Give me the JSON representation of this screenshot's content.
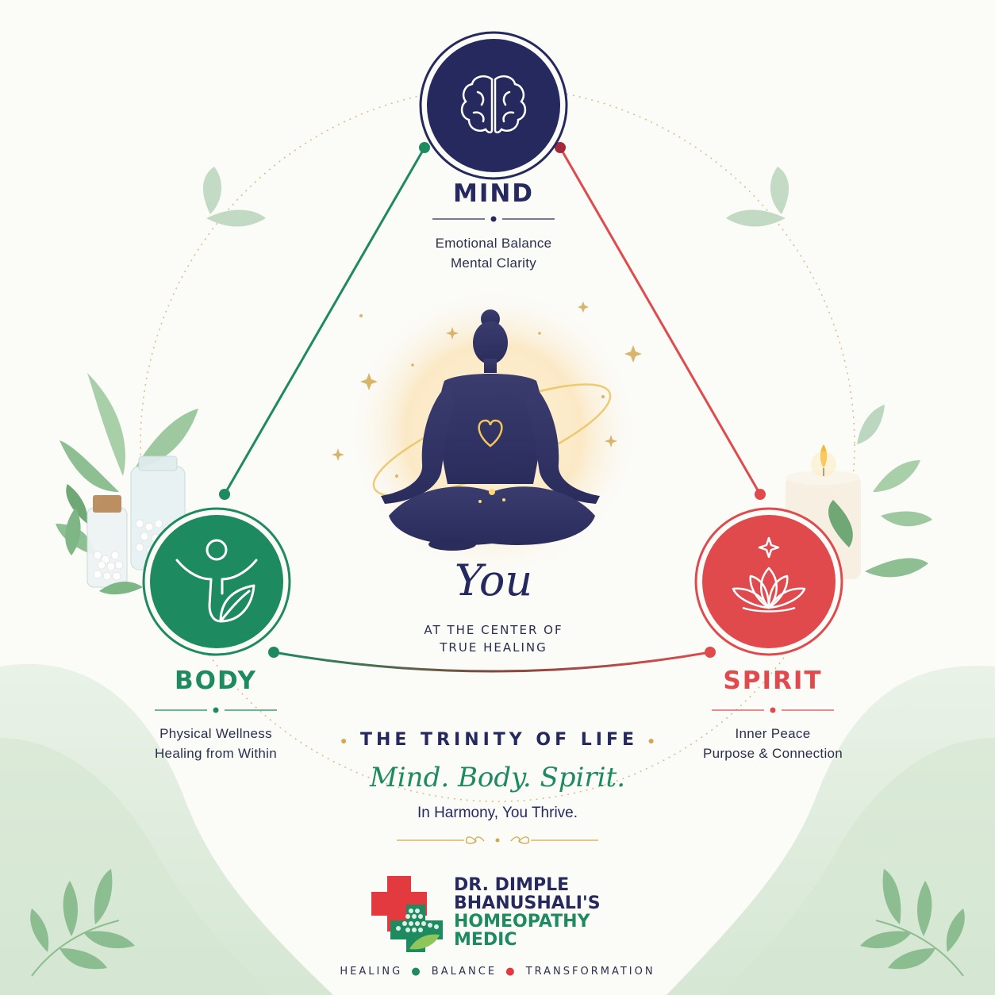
{
  "nodes": {
    "mind": {
      "title": "MIND",
      "line1": "Emotional Balance",
      "line2": "Mental Clarity",
      "color": "#26295e",
      "icon": "brain-icon"
    },
    "body": {
      "title": "BODY",
      "line1": "Physical Wellness",
      "line2": "Healing from Within",
      "color": "#1e8a5f",
      "icon": "person-leaf-icon"
    },
    "spirit": {
      "title": "SPIRIT",
      "line1": "Inner Peace",
      "line2": "Purpose & Connection",
      "color": "#e04a4d",
      "icon": "lotus-icon"
    }
  },
  "center": {
    "you": "You",
    "line1": "AT THE CENTER OF",
    "line2": "TRUE HEALING"
  },
  "trinity": {
    "heading": "THE TRINITY OF LIFE",
    "script": "Mind. Body. Spirit.",
    "subtitle": "In Harmony, You Thrive."
  },
  "brand": {
    "line1": "DR. DIMPLE",
    "line2": "BHANUSHALI'S",
    "line3": "HOMEOPATHY",
    "line4": "MEDIC",
    "tagline_1": "HEALING",
    "tagline_2": "BALANCE",
    "tagline_3": "TRANSFORMATION",
    "navy": "#26295e",
    "green": "#1e8a5f",
    "red": "#e23a3e"
  }
}
